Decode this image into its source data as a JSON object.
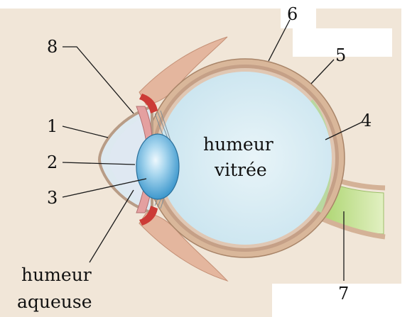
{
  "diagram": {
    "labels": {
      "n1": "1",
      "n2": "2",
      "n3": "3",
      "n4": "4",
      "n5": "5",
      "n6": "6",
      "n7": "7",
      "n8": "8",
      "vitreous_line1": "humeur",
      "vitreous_line2": "vitrée",
      "aqueous_line1": "humeur",
      "aqueous_line2": "aqueuse"
    },
    "colors": {
      "page_background": "#f1e6d8",
      "sclera": "#d9b79a",
      "choroid": "#c5a087",
      "retina_green": "#b9d8a0",
      "vitreous": "#d8ecf4",
      "lens": "#3f9cd0",
      "cornea": "#dde9f0",
      "iris_pink": "#e4a0a0",
      "ciliary_red": "#cc3b36",
      "optic_nerve": "#c3e08c",
      "text": "#111111"
    }
  }
}
